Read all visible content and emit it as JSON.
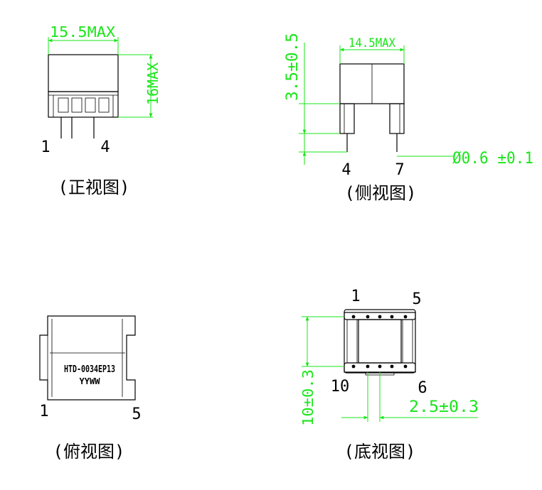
{
  "colors": {
    "dimension": "#19e619",
    "outline": "#000000",
    "background": "#ffffff"
  },
  "front_view": {
    "title": "(正视图)",
    "width_dim": "15.5MAX",
    "height_dim": "16MAX",
    "pin_left": "1",
    "pin_right": "4"
  },
  "side_view": {
    "title": "(侧视图)",
    "width_dim": "14.5MAX",
    "height_dim": "3.5±0.5",
    "pin_dim": "Ø0.6 ±0.1",
    "pin_left": "4",
    "pin_right": "7"
  },
  "top_view": {
    "title": "(俯视图)",
    "part_number": "HTD-0034EP13",
    "date_code": "YYWW",
    "pin_left": "1",
    "pin_right": "5"
  },
  "bottom_view": {
    "title": "(底视图)",
    "height_dim": "10±0.3",
    "pitch_dim": "2.5±0.3",
    "pin_top_left": "1",
    "pin_top_right": "5",
    "pin_bottom_left": "10",
    "pin_bottom_right": "6"
  }
}
